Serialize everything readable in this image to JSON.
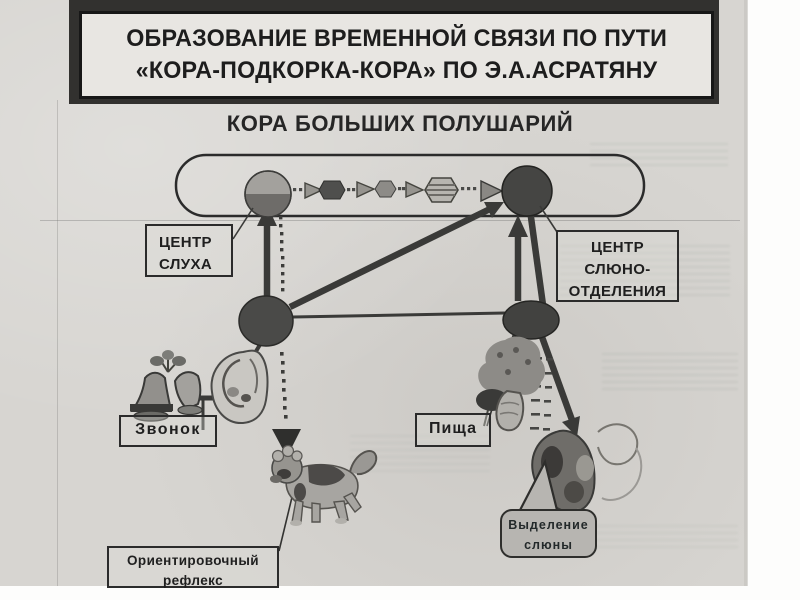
{
  "slide": {
    "title_line1": "ОБРАЗОВАНИЕ ВРЕМЕННОЙ СВЯЗИ ПО ПУТИ",
    "title_line2": "«КОРА-ПОДКОРКА-КОРА» ПО Э.А.АСРАТЯНУ",
    "subtitle": "КОРА БОЛЬШИХ ПОЛУШАРИЙ"
  },
  "labels": {
    "hearing_center_line1": "ЦЕНТР",
    "hearing_center_line2": "СЛУХА",
    "salivation_center_line1": "ЦЕНТР",
    "salivation_center_line2": "СЛЮНО-",
    "salivation_center_line3": "ОТДЕЛЕНИЯ",
    "bell": "Звонок",
    "food": "Пища",
    "orienting_reflex_line1": "Ориентировочный",
    "orienting_reflex_line2": "рефлекс",
    "saliva_line1": "Выделение",
    "saliva_line2": "слюны"
  },
  "figures": {
    "bell_image": "bells",
    "ear_image": "human-ear",
    "food_image": "open-mouth-with-food",
    "dog_image": "dog-orienting-reflex",
    "dog_head_image": "salivating-dog-head"
  },
  "colors": {
    "paper": "#d7d5d1",
    "ink": "#2b2b2b",
    "cortex_node_light": "#a3a19d",
    "cortex_node_dark": "#454543",
    "callout_fill": "#b7b5b1"
  }
}
